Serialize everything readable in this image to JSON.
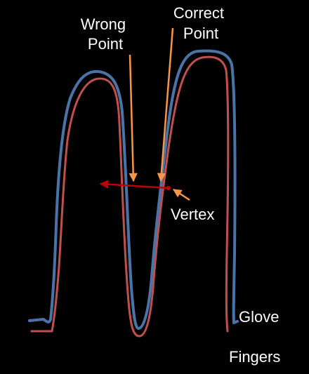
{
  "labels": {
    "wrong_point": [
      "Wrong",
      "Point"
    ],
    "correct_point": [
      "Correct",
      "Point"
    ],
    "vertex": "Vertex",
    "glove": "Glove",
    "fingers": "Fingers"
  },
  "colors": {
    "background": "#000000",
    "glove_curve": "#4a73a8",
    "fingers_curve": "#c0504d",
    "pointer_arrows": "#f79646",
    "vertex_line": "#c00000",
    "text": "#ffffff"
  }
}
